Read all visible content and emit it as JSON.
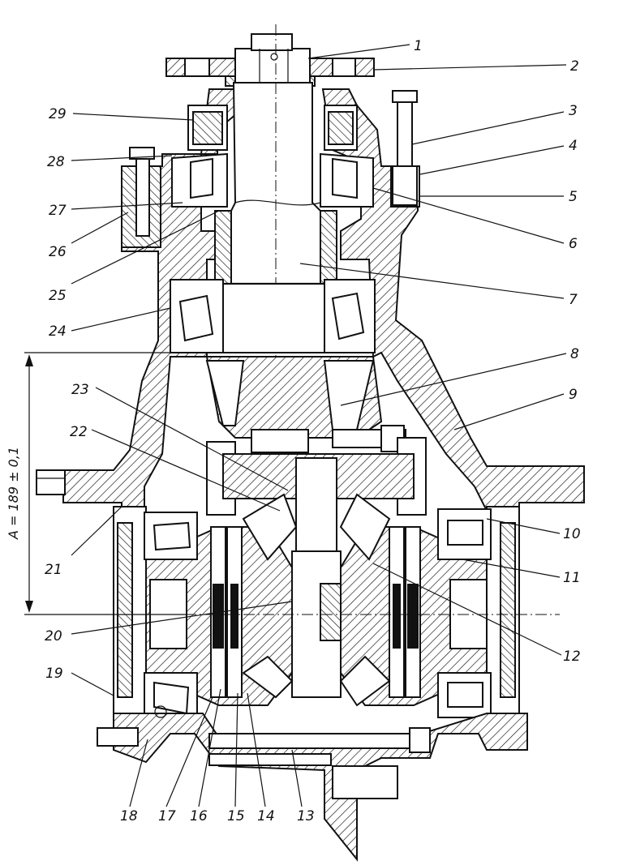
{
  "callouts": [
    {
      "num": "1"
    },
    {
      "num": "2"
    },
    {
      "num": "3"
    },
    {
      "num": "4"
    },
    {
      "num": "5"
    },
    {
      "num": "6"
    },
    {
      "num": "7"
    },
    {
      "num": "8"
    },
    {
      "num": "9"
    },
    {
      "num": "10"
    },
    {
      "num": "11"
    },
    {
      "num": "12"
    },
    {
      "num": "13"
    },
    {
      "num": "14"
    },
    {
      "num": "15"
    },
    {
      "num": "16"
    },
    {
      "num": "17"
    },
    {
      "num": "18"
    },
    {
      "num": "19"
    },
    {
      "num": "20"
    },
    {
      "num": "21"
    },
    {
      "num": "22"
    },
    {
      "num": "23"
    },
    {
      "num": "24"
    },
    {
      "num": "25"
    },
    {
      "num": "26"
    },
    {
      "num": "27"
    },
    {
      "num": "28"
    },
    {
      "num": "29"
    }
  ],
  "dimension": {
    "label": "A = 189 ± 0,1"
  }
}
